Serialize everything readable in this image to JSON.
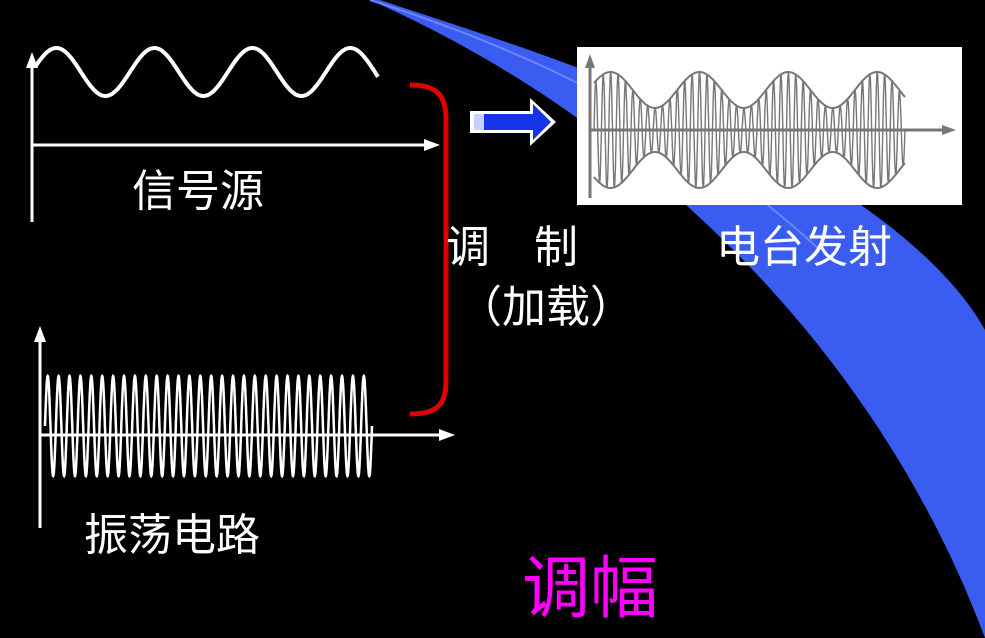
{
  "labels": {
    "signal_source": "信号源",
    "oscillator_circuit": "振荡电路",
    "modulation": "调　制",
    "loading": "（加载）",
    "broadcast": "电台发射",
    "title": "调幅"
  },
  "colors": {
    "background": "#000000",
    "swoosh": "#3a5cf0",
    "text": "#ffffff",
    "title": "#ff00ff",
    "bracket": "#e00000",
    "arrow": "#1533e8",
    "panel": "#ffffff",
    "panel_wave": "#777777"
  },
  "icons": {
    "modulation_arrow": "right-arrow-icon"
  },
  "waves": {
    "signal_cycles": 3.5,
    "carrier_cycles": 30,
    "modulated_envelope_cycles": 3.5
  }
}
